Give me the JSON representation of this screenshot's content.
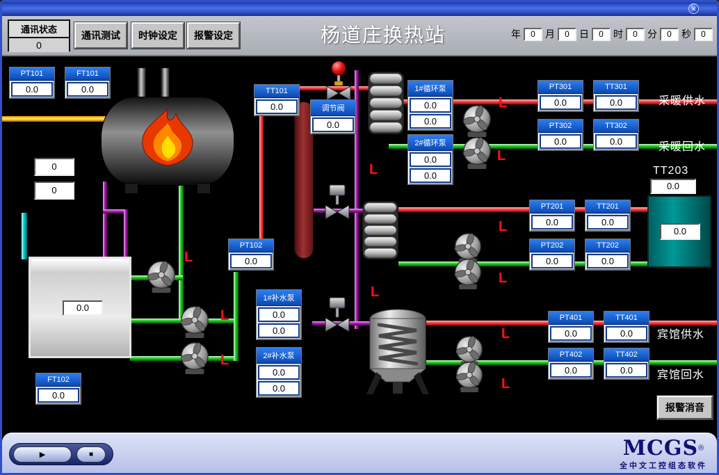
{
  "titlebar": {
    "close_icon": "✕"
  },
  "header": {
    "comm_status_label": "通讯状态",
    "comm_status_value": "0",
    "buttons": [
      {
        "label": "通讯测试"
      },
      {
        "label": "时钟设定"
      },
      {
        "label": "报警设定"
      }
    ],
    "title": "杨道庄换热站",
    "datetime": [
      {
        "label": "年",
        "value": "0"
      },
      {
        "label": "月",
        "value": "0"
      },
      {
        "label": "日",
        "value": "0"
      },
      {
        "label": "时",
        "value": "0"
      },
      {
        "label": "分",
        "value": "0"
      },
      {
        "label": "秒",
        "value": "0"
      }
    ]
  },
  "gauges": {
    "pt101": {
      "label": "PT101",
      "value": "0.0"
    },
    "ft101": {
      "label": "FT101",
      "value": "0.0"
    },
    "tt101": {
      "label": "TT101",
      "value": "0.0"
    },
    "valve": {
      "label": "调节阀",
      "value": "0.0"
    },
    "pump_circ1": {
      "label": "1#循环泵",
      "value1": "0.0",
      "value2": "0.0"
    },
    "pump_circ2": {
      "label": "2#循环泵",
      "value1": "0.0",
      "value2": "0.0"
    },
    "pt301": {
      "label": "PT301",
      "value": "0.0"
    },
    "tt301": {
      "label": "TT301",
      "value": "0.0"
    },
    "pt302": {
      "label": "PT302",
      "value": "0.0"
    },
    "tt302": {
      "label": "TT302",
      "value": "0.0"
    },
    "pt201": {
      "label": "PT201",
      "value": "0.0"
    },
    "tt201": {
      "label": "TT201",
      "value": "0.0"
    },
    "pt202": {
      "label": "PT202",
      "value": "0.0"
    },
    "tt202": {
      "label": "TT202",
      "value": "0.0"
    },
    "pt102": {
      "label": "PT102",
      "value": "0.0"
    },
    "pump_makeup1": {
      "label": "1#补水泵",
      "value1": "0.0",
      "value2": "0.0"
    },
    "pump_makeup2": {
      "label": "2#补水泵",
      "value1": "0.0",
      "value2": "0.0"
    },
    "pt401": {
      "label": "PT401",
      "value": "0.0"
    },
    "tt401": {
      "label": "TT401",
      "value": "0.0"
    },
    "pt402": {
      "label": "PT402",
      "value": "0.0"
    },
    "tt402": {
      "label": "TT402",
      "value": "0.0"
    },
    "ft102": {
      "label": "FT102",
      "value": "0.0"
    }
  },
  "values": {
    "boiler_aux1": "0",
    "boiler_aux2": "0",
    "tank_level": "0.0",
    "tt203_value": "0.0",
    "heat_tank_value": "0.0"
  },
  "labels": {
    "tt203": "TT203",
    "heating_supply": "采暖供水",
    "heating_return": "采暖回水",
    "hotel_supply": "宾馆供水",
    "hotel_return": "宾馆回水",
    "alarm_marker": "L"
  },
  "buttons": {
    "alarm_mute": "报警消音"
  },
  "footer": {
    "play_icon": "▶",
    "stop_icon": "■",
    "brand": "MCGS",
    "registered": "®",
    "subtitle": "全中文工控组态软件"
  },
  "colors": {
    "supply_pipe": "#ff4040",
    "return_pipe": "#22cc22",
    "medium_pipe": "#aa22aa",
    "fuel_pipe": "#ffcc00",
    "makeup_pipe": "#00cccc",
    "gauge_header": "#1060d0"
  }
}
